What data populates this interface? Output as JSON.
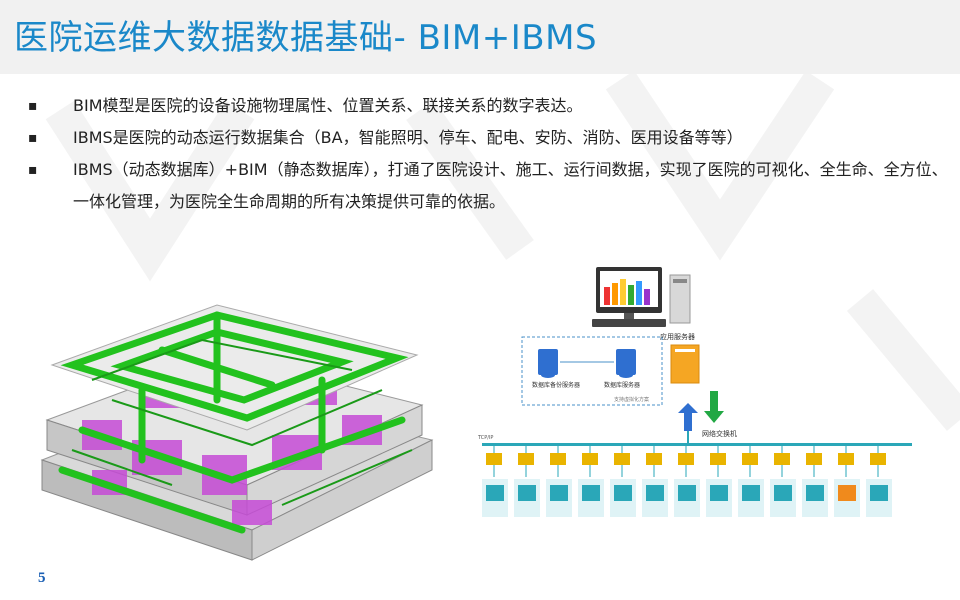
{
  "header": {
    "title": "医院运维大数据数据基础- BIM+IBMS"
  },
  "bullets": [
    {
      "marker": "▪",
      "text": "BIM模型是医院的设备设施物理属性、位置关系、联接关系的数字表达。"
    },
    {
      "marker": "▪",
      "text": "IBMS是医院的动态运行数据集合（BA，智能照明、停车、配电、安防、消防、医用设备等等）"
    },
    {
      "marker": "▪",
      "text": "IBMS（动态数据库）+BIM（静态数据库），打通了医院设计、施工、运行间数据，实现了医院的可视化、全生命、全方位、一体化管理，为医院全生命周期的所有决策提供可靠的依据。"
    }
  ],
  "diagram": {
    "app_server_label": "应用服务器",
    "backup_server_label": "数据库备份服务器",
    "db_server_label": "数据库服务器",
    "virtualization_label": "支持虚拟化方案",
    "switch_label": "网络交换机",
    "protocol_label": "TCP/IP"
  },
  "colors": {
    "title": "#1a88c9",
    "page_number": "#1a5fb4",
    "bim_green": "#22c21e",
    "bim_magenta": "#c64bd6",
    "module_teal": "#2aa7b8",
    "module_orange": "#f08a1c"
  },
  "footer": {
    "page_number": "5"
  }
}
